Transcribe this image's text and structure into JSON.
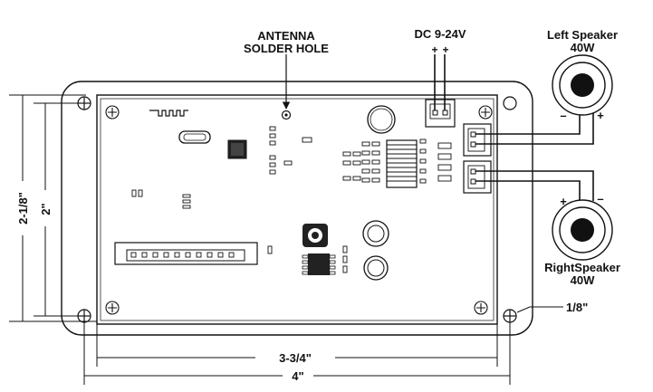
{
  "labels": {
    "antenna_line1": "ANTENNA",
    "antenna_line2": "SOLDER HOLE",
    "dc_input": "DC 9-24V",
    "dc_plus": "+",
    "dc_plus2": "+",
    "left_speaker_name": "Left Speaker",
    "left_speaker_watt": "40W",
    "left_minus": "–",
    "left_plus": "+",
    "right_speaker_name": "RightSpeaker",
    "right_speaker_watt": "40W",
    "right_plus": "+",
    "right_minus": "–"
  },
  "dimensions": {
    "outer_height": "2-1/8\"",
    "inner_height": "2\"",
    "inner_width": "3-3/4\"",
    "outer_width": "4\"",
    "hole_offset": "1/8\""
  },
  "colors": {
    "line": "#111111",
    "fill_light": "#ffffff",
    "component": "#222222"
  }
}
